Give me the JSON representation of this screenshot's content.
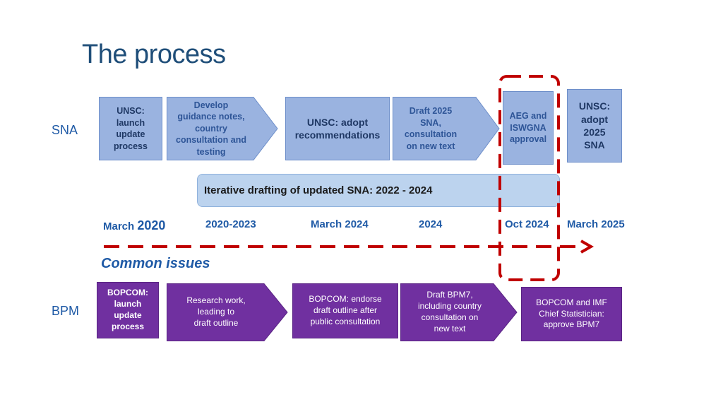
{
  "slide": {
    "title": "The process",
    "row_labels": {
      "sna": "SNA",
      "bpm": "BPM"
    },
    "iterative_bar": "Iterative drafting of updated SNA:  2022 - 2024",
    "common_issues": "Common issues",
    "dates": {
      "d1_month": "March",
      "d1_year": "2020",
      "d2": "2020-2023",
      "d3": "March 2024",
      "d4": "2024",
      "d5": "Oct 2024",
      "d6": "March 2025"
    },
    "sna_steps": {
      "s1": "UNSC:\nlaunch\nupdate\nprocess",
      "s2": "Develop\nguidance notes,\ncountry\nconsultation and\ntesting",
      "s3": "UNSC: adopt\nrecommendations",
      "s4": "Draft 2025\nSNA,\nconsultation\non new text",
      "s5": "AEG and\nISWGNA\napproval",
      "s6": "UNSC:\nadopt\n2025\nSNA"
    },
    "bpm_steps": {
      "b1": "BOPCOM:\nlaunch\nupdate\nprocess",
      "b2": "Research work,\nleading to\ndraft outline",
      "b3": "BOPCOM: endorse\ndraft outline after\npublic consultation",
      "b4": "Draft BPM7,\nincluding country\nconsultation on\nnew text",
      "b5": "BOPCOM and IMF\nChief Statistician:\napprove BPM7"
    },
    "colors": {
      "sna_fill": "#9ab3e0",
      "bpm_fill": "#7030a0",
      "highlight_red": "#c00000",
      "title_blue": "#1f4e79",
      "label_blue": "#1f5aa6"
    }
  }
}
